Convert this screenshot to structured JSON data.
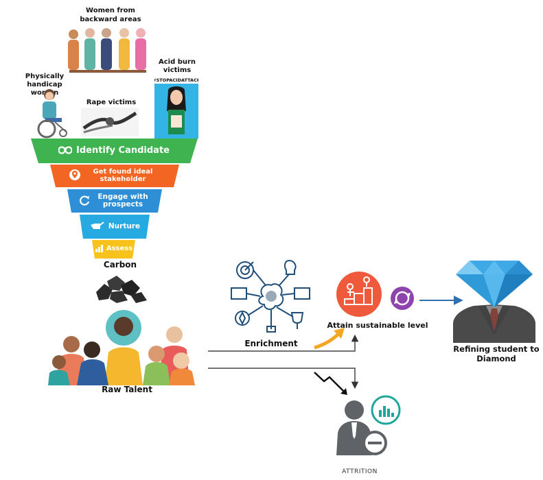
{
  "groups": {
    "backward": "Women from backward areas",
    "physically": "Physically handicap women",
    "rape": "Rape victims",
    "acid": "Acid burn victims",
    "poster_text": "#STOPACIDATTACK"
  },
  "funnel": [
    {
      "label": "Identify  Candidate",
      "color": "#3fb34f",
      "icon": "binoculars-icon"
    },
    {
      "label": "Get found ideal stakeholder",
      "color": "#f26522",
      "icon": "location-pin-icon"
    },
    {
      "label": "Engage with prospects",
      "color": "#2e8fd6",
      "icon": "refresh-icon"
    },
    {
      "label": "Nurture",
      "color": "#27a9e1",
      "icon": "watering-can-icon"
    },
    {
      "label": "Assess",
      "color": "#f7c21b",
      "icon": "bar-chart-icon"
    }
  ],
  "labels": {
    "carbon": "Carbon",
    "raw_talent": "Raw Talent",
    "enrichment": "Enrichment",
    "sustainable": "Attain sustainable level",
    "refining": "Refining student to Diamond",
    "attrition": "ATTRITION"
  },
  "colors": {
    "enrichment_lines": "#1f4e79",
    "sustainable_circle": "#ef5a3c",
    "cycle_circle": "#8e44ad",
    "diamond": "#3fa9e6",
    "suit": "#4a4a4a",
    "tie": "#e84c3d",
    "attrition_person": "#5f6368",
    "attrition_badge": "#1fa69a"
  }
}
